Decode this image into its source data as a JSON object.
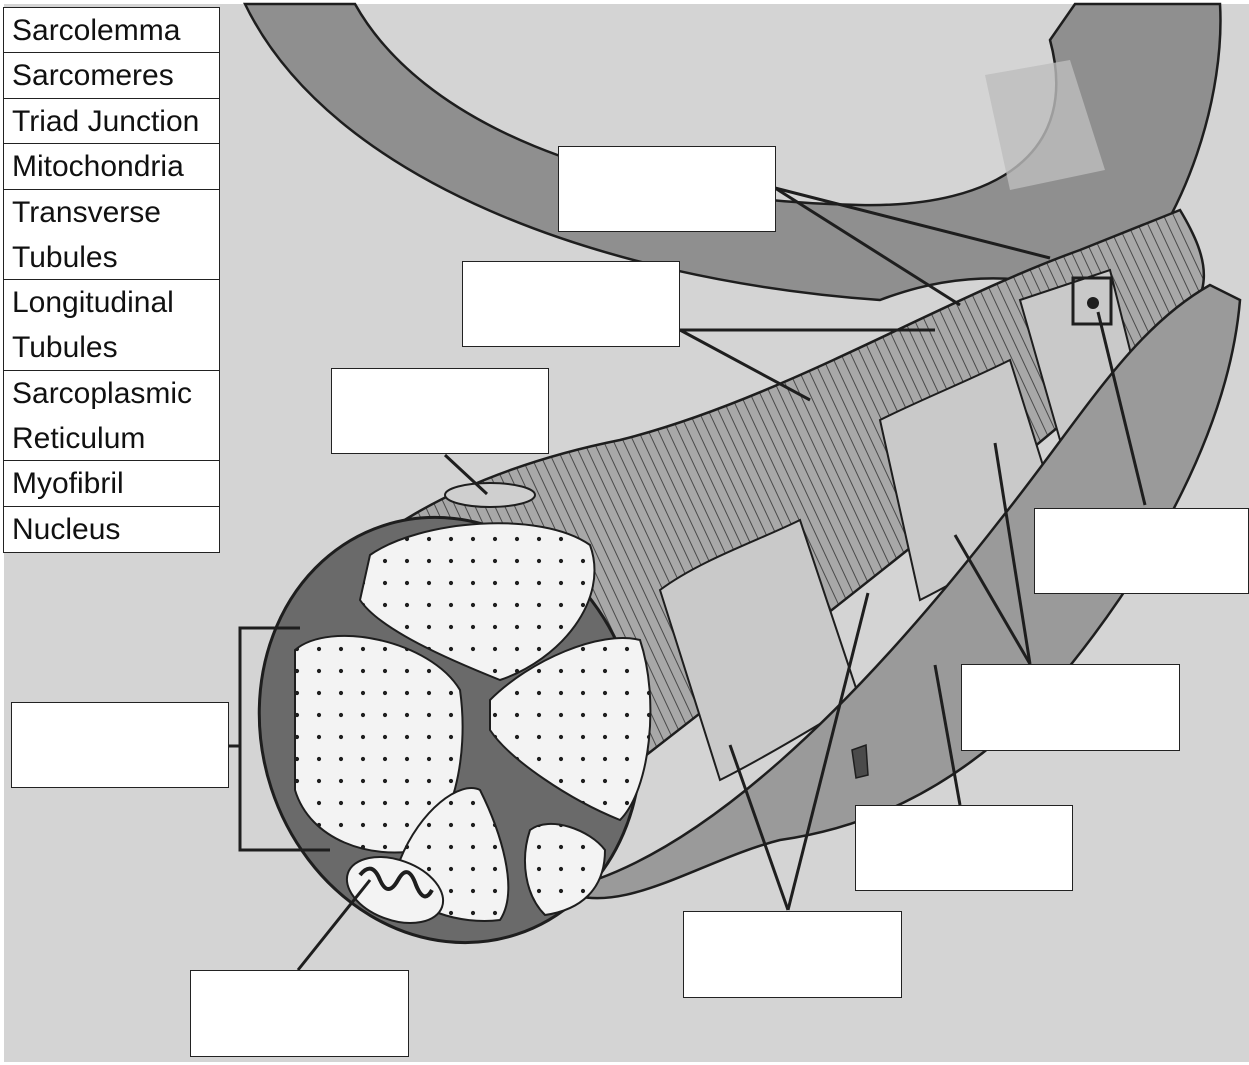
{
  "word_bank": [
    {
      "lines": [
        "Sarcolemma"
      ]
    },
    {
      "lines": [
        "Sarcomeres"
      ]
    },
    {
      "lines": [
        "Triad Junction"
      ]
    },
    {
      "lines": [
        " Mitochondria"
      ]
    },
    {
      "lines": [
        "Transverse",
        "Tubules"
      ]
    },
    {
      "lines": [
        "Longitudinal",
        "Tubules"
      ]
    },
    {
      "lines": [
        "Sarcoplasmic",
        "Reticulum"
      ]
    },
    {
      "lines": [
        "Myofibril"
      ]
    },
    {
      "lines": [
        "Nucleus"
      ]
    }
  ],
  "answer_boxes": [
    {
      "id": "sarcomere-top",
      "value": ""
    },
    {
      "id": "myofibril-strands",
      "value": ""
    },
    {
      "id": "nucleus-top",
      "value": ""
    },
    {
      "id": "triad-square",
      "value": ""
    },
    {
      "id": "reticulum-mesh",
      "value": ""
    },
    {
      "id": "sarcolemma-sheet",
      "value": ""
    },
    {
      "id": "tubules-bottom",
      "value": ""
    },
    {
      "id": "myofibril-bundle",
      "value": ""
    },
    {
      "id": "mitochondrion",
      "value": ""
    }
  ],
  "colors": {
    "background": "#d4d4d4",
    "fiber_light": "#cfcfcf",
    "fiber_mid": "#9e9e9e",
    "fiber_dark": "#5c5c5c",
    "outline": "#1e1e1e",
    "myofibril_face": "#f3f3f3"
  }
}
